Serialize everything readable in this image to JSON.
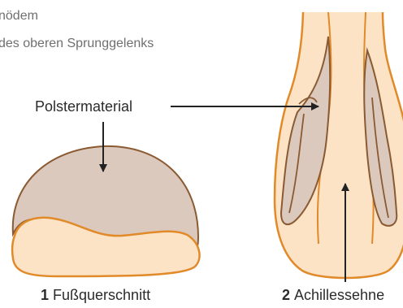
{
  "header": {
    "line1": "nödem",
    "line2": "des oberen Sprunggelenks"
  },
  "labels": {
    "padding": "Polstermaterial"
  },
  "figures": [
    {
      "number": "1",
      "caption": "Fußquerschnitt"
    },
    {
      "number": "2",
      "caption": "Achillessehne"
    }
  ],
  "colors": {
    "skin_fill": "#fde3c6",
    "skin_outline": "#e08a2a",
    "padding_fill": "#dcc9bd",
    "padding_outline": "#8a5a32",
    "arrow": "#222222"
  }
}
